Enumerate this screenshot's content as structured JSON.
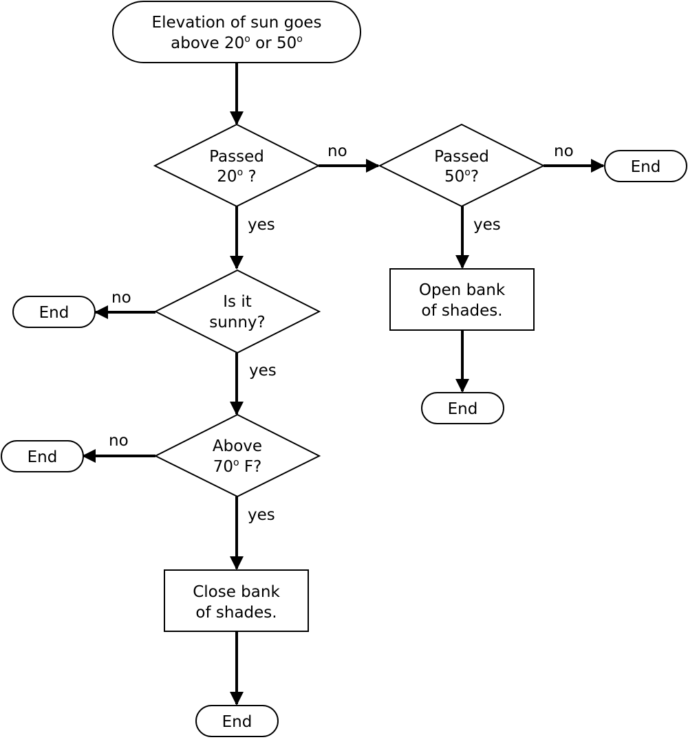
{
  "nodes": {
    "start": {
      "line1": "Elevation of sun goes",
      "line2_a": "above 20",
      "sup_a": "o",
      "line2_b": " or 50",
      "sup_b": "o"
    },
    "passed20": {
      "line1": "Passed",
      "line2_a": "20",
      "sup": "o",
      "line2_b": " ?"
    },
    "passed50": {
      "line1": "Passed",
      "line2_a": "50",
      "sup": "o",
      "line2_b": "?"
    },
    "sunny": {
      "line1": "Is it",
      "line2": "sunny?"
    },
    "above70": {
      "line1": "Above",
      "line2_a": "70",
      "sup": "o",
      "line2_b": " F?"
    },
    "open": {
      "line1": "Open bank",
      "line2": "of shades."
    },
    "close": {
      "line1": "Close bank",
      "line2": "of shades."
    },
    "end_top_right": "End",
    "end_sunny_no": "End",
    "end_above70_no": "End",
    "end_open": "End",
    "end_close": "End"
  },
  "edge_labels": {
    "passed20_no": "no",
    "passed20_yes": "yes",
    "passed50_no": "no",
    "passed50_yes": "yes",
    "sunny_no": "no",
    "sunny_yes": "yes",
    "above70_no": "no",
    "above70_yes": "yes"
  }
}
